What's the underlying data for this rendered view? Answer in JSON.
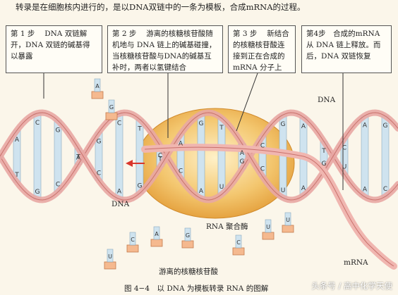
{
  "heading": "转录是在细胞核内进行的，是以DNA双链中的一条为模板，合成mRNA的过程。",
  "steps": [
    {
      "text": "第 1 步　 DNA 双链解开，DNA 双链的碱基得以暴露"
    },
    {
      "text": "第 2 步　 游离的核糖核苷酸随机地与 DNA 链上的碱基碰撞，当核糖核苷酸与DNA的碱基互补时，两者以氢键结合"
    },
    {
      "text": "第 3 步　 新结合的核糖核苷酸连接到正在合成的 mRNA 分子上"
    },
    {
      "text": "第4步　合成的mRNA从 DNA 链上释放。而后，DNA 双链恢复"
    }
  ],
  "labels": {
    "dna_right": "DNA",
    "dna_left": "DNA",
    "enzyme": "RNA 聚合酶",
    "free_nucleotides": "游离的核糖核苷酸",
    "mrna": "mRNA"
  },
  "bases": {
    "top_strand": [
      "A",
      "C",
      "G",
      "A",
      "G",
      "C",
      "T",
      "C",
      "A",
      "G",
      "T",
      "A",
      "C",
      "G",
      "A",
      "T",
      "C",
      "A",
      "G"
    ],
    "bottom_strand": [
      "T",
      "G",
      "C",
      "T",
      "C",
      "A",
      "G",
      "T",
      "C",
      "A",
      "U",
      "G",
      "C",
      "U",
      "A",
      "G",
      "U",
      "A",
      "C"
    ],
    "free_nucleotides": [
      "U",
      "C",
      "A",
      "G",
      "C",
      "U",
      "U",
      "A",
      "G"
    ]
  },
  "caption": "图 4−4　以 DNA 为模板转录 RNA 的图解",
  "watermark": "头条号 / 高中化学天使",
  "colors": {
    "strand_pink": "#e8a7a3",
    "strand_edge": "#c9716c",
    "enzyme_orange": "#e8a640",
    "enzyme_light": "#f7dfa0",
    "arrow_red": "#d9362b",
    "base_bar": "#cfe3ef"
  }
}
